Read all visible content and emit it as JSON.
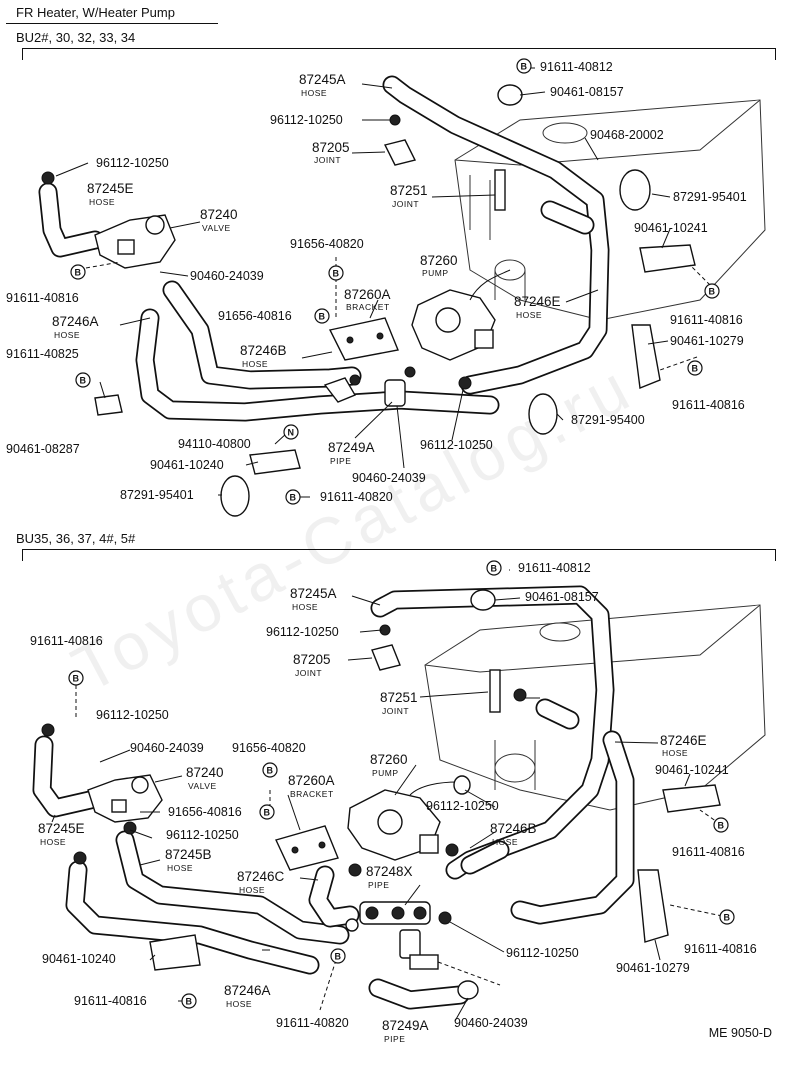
{
  "title": "FR Heater, W/Heater Pump",
  "doc_code": "ME 9050-D",
  "watermark": "Toyota-Catalog.ru",
  "sections": [
    {
      "label": "BU2#, 30, 32, 33, 34"
    },
    {
      "label": "BU35, 36, 37, 4#, 5#"
    }
  ],
  "symbols": {
    "b": "B",
    "n": "N"
  },
  "top_labels": [
    {
      "pn": "87245A",
      "name": "HOSE"
    },
    {
      "pn": "91611-40812"
    },
    {
      "pn": "90461-08157"
    },
    {
      "pn": "96112-10250"
    },
    {
      "pn": "87205",
      "name": "JOINT"
    },
    {
      "pn": "90468-20002"
    },
    {
      "pn": "96112-10250"
    },
    {
      "pn": "87245E",
      "name": "HOSE"
    },
    {
      "pn": "87251",
      "name": "JOINT"
    },
    {
      "pn": "87291-95401"
    },
    {
      "pn": "87240",
      "name": "VALVE"
    },
    {
      "pn": "90461-10241"
    },
    {
      "pn": "91656-40820"
    },
    {
      "pn": "87260",
      "name": "PUMP"
    },
    {
      "pn": "90460-24039"
    },
    {
      "pn": "91611-40816"
    },
    {
      "pn": "87260A",
      "name": "BRACKET"
    },
    {
      "pn": "87246E",
      "name": "HOSE"
    },
    {
      "pn": "91656-40816"
    },
    {
      "pn": "87246A",
      "name": "HOSE"
    },
    {
      "pn": "91611-40816"
    },
    {
      "pn": "91611-40825"
    },
    {
      "pn": "87246B",
      "name": "HOSE"
    },
    {
      "pn": "90461-10279"
    },
    {
      "pn": "91611-40816"
    },
    {
      "pn": "87291-95400"
    },
    {
      "pn": "90461-08287"
    },
    {
      "pn": "94110-40800"
    },
    {
      "pn": "96112-10250"
    },
    {
      "pn": "87249A",
      "name": "PIPE"
    },
    {
      "pn": "90461-10240"
    },
    {
      "pn": "90460-24039"
    },
    {
      "pn": "87291-95401"
    },
    {
      "pn": "91611-40820"
    }
  ],
  "bottom_labels": [
    {
      "pn": "91611-40812"
    },
    {
      "pn": "87245A",
      "name": "HOSE"
    },
    {
      "pn": "90461-08157"
    },
    {
      "pn": "91611-40816"
    },
    {
      "pn": "96112-10250"
    },
    {
      "pn": "87205",
      "name": "JOINT"
    },
    {
      "pn": "87251",
      "name": "JOINT"
    },
    {
      "pn": "96112-10250"
    },
    {
      "pn": "87246E",
      "name": "HOSE"
    },
    {
      "pn": "90460-24039"
    },
    {
      "pn": "91656-40820"
    },
    {
      "pn": "87260",
      "name": "PUMP"
    },
    {
      "pn": "90461-10241"
    },
    {
      "pn": "87240",
      "name": "VALVE"
    },
    {
      "pn": "87260A",
      "name": "BRACKET"
    },
    {
      "pn": "96112-10250"
    },
    {
      "pn": "91656-40816"
    },
    {
      "pn": "87245E",
      "name": "HOSE"
    },
    {
      "pn": "96112-10250"
    },
    {
      "pn": "87246B",
      "name": "HOSE"
    },
    {
      "pn": "91611-40816"
    },
    {
      "pn": "87245B",
      "name": "HOSE"
    },
    {
      "pn": "87246C",
      "name": "HOSE"
    },
    {
      "pn": "87248X",
      "name": "PIPE"
    },
    {
      "pn": "96112-10250"
    },
    {
      "pn": "91611-40816"
    },
    {
      "pn": "90461-10240"
    },
    {
      "pn": "87246A",
      "name": "HOSE"
    },
    {
      "pn": "90461-10279"
    },
    {
      "pn": "91611-40816"
    },
    {
      "pn": "91611-40820"
    },
    {
      "pn": "87249A",
      "name": "PIPE"
    },
    {
      "pn": "90460-24039"
    }
  ]
}
